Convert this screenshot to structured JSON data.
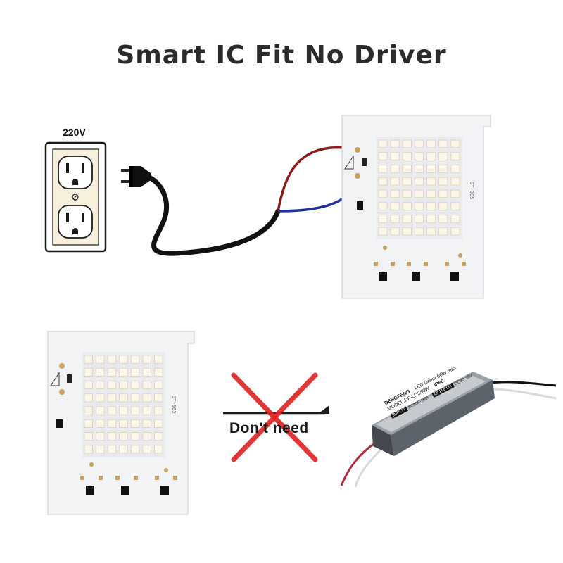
{
  "title": "Smart IC Fit No Driver",
  "outlet": {
    "voltage": "220V"
  },
  "no_driver": {
    "label": "Don't need"
  },
  "driver_box": {
    "brand": "DENGFENG",
    "line1": "LED Driver 50W max",
    "line2": "IP66",
    "model": "MODEL:DF-LDS50W",
    "input_tag": "INPUT",
    "output_tag": "OUTPUT",
    "input_spec": "AC100-265V",
    "output_spec": "DC30-36V"
  },
  "colors": {
    "wire_red": "#8b1a1a",
    "wire_blue": "#1e2fa0",
    "cable_black": "#111111",
    "cross_red": "#e02424",
    "led_chip": "#fbf6e8",
    "board": "#f2f3f5"
  }
}
